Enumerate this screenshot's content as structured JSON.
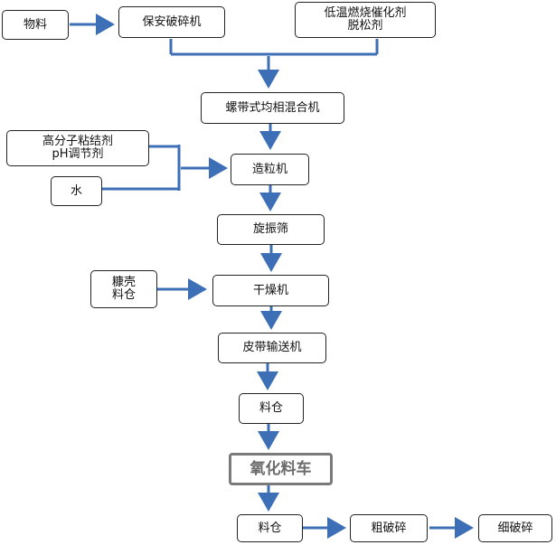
{
  "nodes": {
    "material": "物料",
    "crusher": "保安破碎机",
    "catalyst_line1": "低温燃烧催化剂",
    "catalyst_line2": "脱松剂",
    "mixer": "螺带式均相混合机",
    "binder_line1": "高分子粘结剂",
    "binder_line2": "pH调节剂",
    "water": "水",
    "granulator": "造粒机",
    "sieve": "旋振筛",
    "coarse_line1": "糠壳",
    "coarse_line2": "料仓",
    "dryer": "干燥机",
    "conveyor": "皮带输送机",
    "silo": "料仓",
    "oxidation_car": "氧化料车",
    "silo2": "料仓",
    "coarse_crush": "粗破碎",
    "fine_crush": "细破碎"
  },
  "colors": {
    "arrow": "#3d6fb6",
    "box_border": "#222222",
    "highlight_border": "#7a7a7a"
  }
}
